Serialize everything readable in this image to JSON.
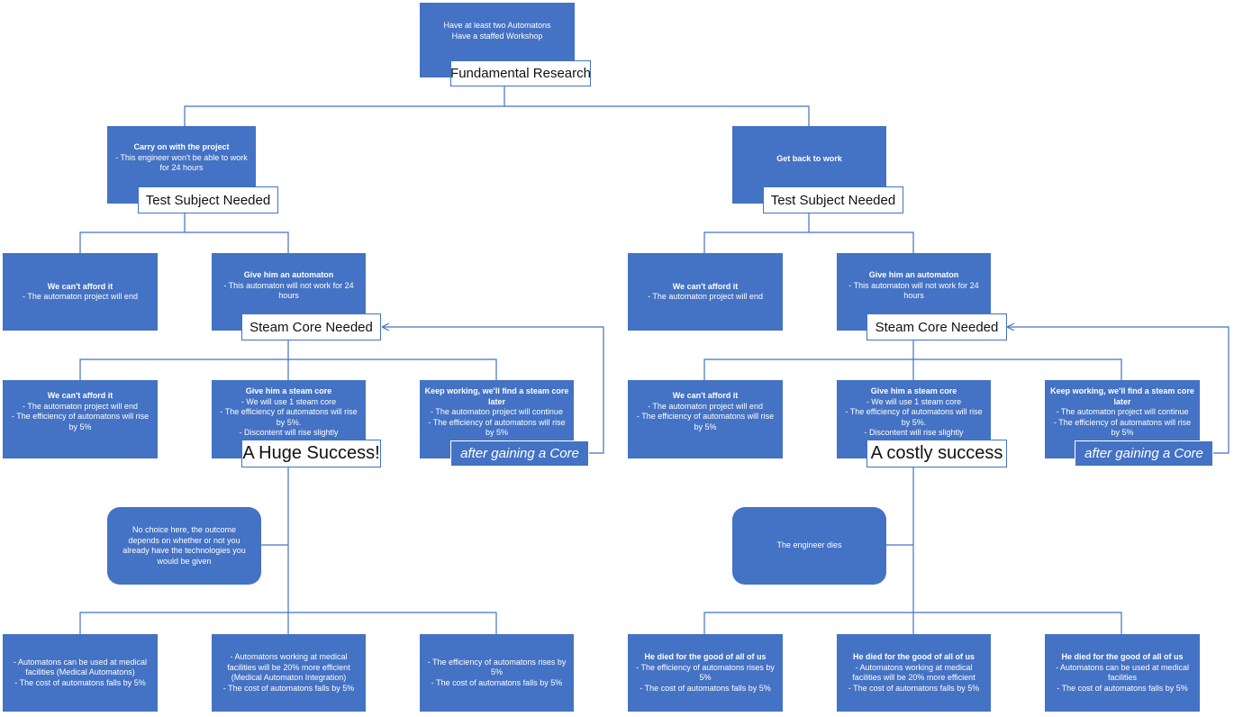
{
  "colors": {
    "box": "#4472C4",
    "line": "#4472C4",
    "text": "#ffffff"
  },
  "root": {
    "lines": [
      "Have at least two Automatons",
      "Have a staffed Workshop"
    ],
    "label": "Fundamental Research"
  },
  "left": {
    "choice": {
      "lines": [
        "Carry on with the project",
        "- This engineer won't be able to work for 24 hours"
      ],
      "label": "Test Subject Needed"
    },
    "afford": {
      "lines": [
        "We can't afford it",
        "- The automaton project will end"
      ]
    },
    "give_automaton": {
      "lines": [
        "Give him an automaton",
        "- This automaton will not work for 24 hours"
      ],
      "label": "Steam Core Needed"
    },
    "afford_core": {
      "lines": [
        "We can't afford it",
        "- The automaton project will end",
        "- The efficiency of automatons will rise by 5%"
      ]
    },
    "give_core": {
      "lines": [
        "Give him a steam core",
        "- We will use 1 steam core",
        "- The efficiency of automatons will rise by 5%.",
        "- Discontent will rise slightly"
      ],
      "label": "A Huge Success!"
    },
    "keep_working": {
      "lines": [
        "Keep working, we'll find a steam core later",
        "- The automaton project will continue",
        "- The efficiency of automatons will rise by 5%"
      ],
      "label": "after gaining a Core"
    },
    "note": {
      "lines": [
        "No choice here, the outcome depends on whether or not you already have the technologies you would be given"
      ]
    },
    "outcome1": {
      "lines": [
        "- Automatons can be used at medical facilities (Medical Automatons)",
        "- The cost of automatons falls by 5%"
      ]
    },
    "outcome2": {
      "lines": [
        "- Automatons working at medical facilities will be 20% more efficient (Medical Automaton Integration)",
        "- The cost of automatons falls by 5%"
      ]
    },
    "outcome3": {
      "lines": [
        "- The efficiency of automatons rises by 5%",
        "- The cost of automatons falls by 5%"
      ]
    }
  },
  "right": {
    "choice": {
      "lines": [
        "Get back to work"
      ],
      "label": "Test Subject Needed"
    },
    "afford": {
      "lines": [
        "We can't afford it",
        "- The automaton project will end"
      ]
    },
    "give_automaton": {
      "lines": [
        "Give him an automaton",
        "- This automaton will not work for 24 hours"
      ],
      "label": "Steam Core Needed"
    },
    "afford_core": {
      "lines": [
        "We can't afford it",
        "- The automaton project will end",
        "- The efficiency of automatons will rise by 5%"
      ]
    },
    "give_core": {
      "lines": [
        "Give him a steam core",
        "- We will use 1 steam core",
        "- The efficiency of automatons will rise by 5%.",
        "- Discontent will rise slightly"
      ],
      "label": "A costly success"
    },
    "keep_working": {
      "lines": [
        "Keep working, we'll find a steam core later",
        "- The automaton project will continue",
        "- The efficiency of automatons will rise by 5%"
      ],
      "label": "after gaining a Core"
    },
    "note": {
      "lines": [
        "The engineer dies"
      ]
    },
    "outcome1": {
      "lines": [
        "He died for the good of all of us",
        "- The efficiency of automatons rises by 5%",
        "- The cost of automatons falls by 5%"
      ]
    },
    "outcome2": {
      "lines": [
        "He died for the good of all of us",
        "- Automatons working at medical facilities will be 20% more efficient",
        "- The cost of automatons falls by 5%"
      ]
    },
    "outcome3": {
      "lines": [
        "He died for the good of all of us",
        "- Automatons can be used at medical facilities",
        "- The cost of automatons falls by 5%"
      ]
    }
  }
}
